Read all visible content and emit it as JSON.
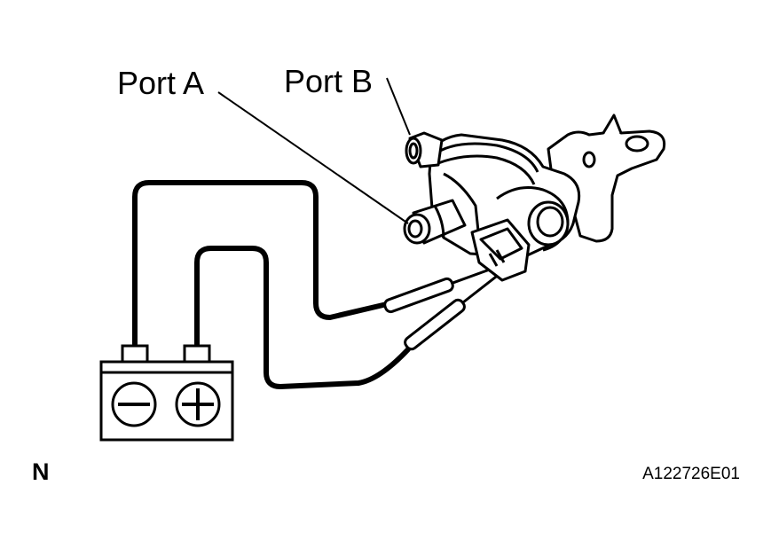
{
  "labels": {
    "port_a": "Port A",
    "port_b": "Port B",
    "corner_letter": "N",
    "figure_code": "A122726E01"
  },
  "battery": {
    "negative_symbol": "minus",
    "positive_symbol": "plus"
  }
}
